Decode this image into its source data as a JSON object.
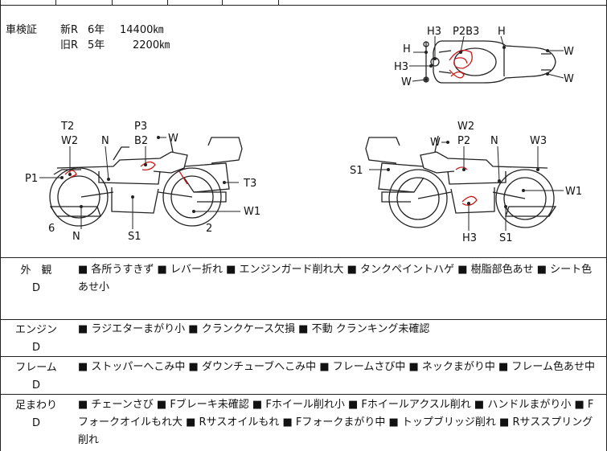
{
  "shaken": {
    "label": "車検証",
    "rows": [
      {
        "kind": "新R",
        "period": "6年",
        "distance": "14400㎞"
      },
      {
        "kind": "旧R",
        "period": "5年",
        "distance": "2200㎞"
      }
    ]
  },
  "diagram_labels": {
    "top_view": [
      "H3",
      "P2B3",
      "H",
      "H",
      "W",
      "H3",
      "W",
      "W",
      "W"
    ],
    "left_view": [
      "T2",
      "W2",
      "P3",
      "B2",
      "W",
      "N",
      "P1",
      "T3",
      "W1",
      "6",
      "N",
      "S1",
      "2"
    ],
    "right_view": [
      "W2",
      "W",
      "P2",
      "N",
      "W3",
      "S1",
      "W1",
      "H3",
      "S1"
    ]
  },
  "sections": [
    {
      "category": "外　観",
      "grade": "D",
      "text": "■ 各所うすきず ■ レバー折れ ■ エンジンガード削れ大 ■ タンクペイントハゲ ■ 樹脂部色あせ ■ シート色あせ小"
    },
    {
      "category": "エンジン",
      "grade": "D",
      "text": "■ ラジエターまがり小 ■ クランクケース欠損 ■ 不動 クランキング未確認"
    },
    {
      "category": "フレーム",
      "grade": "D",
      "text": "■ ストッパーへこみ中 ■ ダウンチューブへこみ中 ■ フレームさび中 ■ ネックまがり中 ■ フレーム色あせ中"
    },
    {
      "category": "足まわり",
      "grade": "D",
      "text": "■ チェーンさび ■ Fブレーキ未確認 ■ Fホイール削れ小 ■ Fホイールアクスル削れ ■ ハンドルまがり小 ■ Fフォークオイルもれ大 ■ Rサスオイルもれ ■ Fフォークまがり中 ■ トップブリッジ削れ ■ Rサススプリング削れ"
    }
  ],
  "colors": {
    "line": "#222222",
    "damage_mark": "#cc1b1b"
  }
}
